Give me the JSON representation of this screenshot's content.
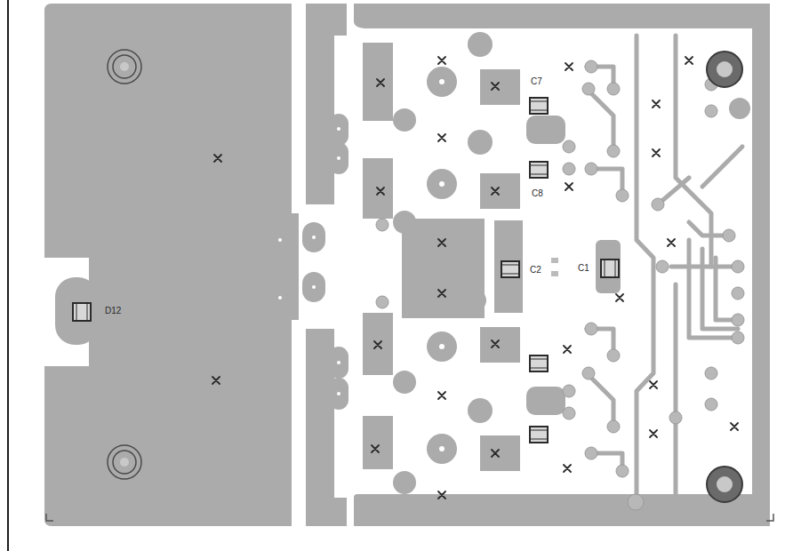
{
  "diagram": {
    "labels": [
      "C7",
      "C8",
      "C2",
      "C1",
      "D12"
    ]
  }
}
